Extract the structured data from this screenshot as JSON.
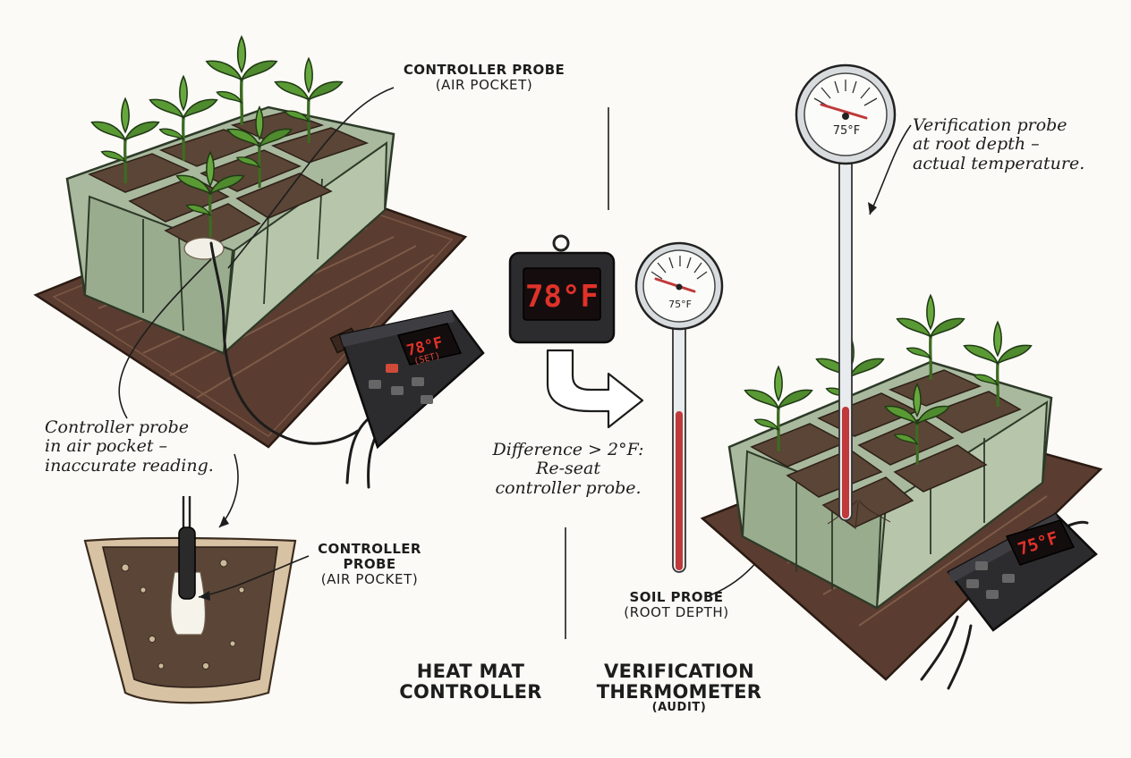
{
  "labels": {
    "top_probe_title": "CONTROLLER PROBE",
    "top_probe_sub": "(AIR POCKET)",
    "left_note": [
      "Controller probe",
      "in air pocket –",
      "inaccurate reading."
    ],
    "cross_probe_title": [
      "CONTROLLER",
      "PROBE"
    ],
    "cross_probe_sub": "(AIR POCKET)",
    "verify_note": [
      "Verification probe",
      "at root depth –",
      "actual temperature."
    ],
    "difference_note": [
      "Difference > 2°F:",
      "Re-seat",
      "controller probe."
    ],
    "soil_probe_title": "SOIL PROBE",
    "soil_probe_sub": "(ROOT DEPTH)",
    "heat_mat_title": [
      "HEAT MAT",
      "CONTROLLER"
    ],
    "verification_title": [
      "VERIFICATION",
      "THERMOMETER"
    ],
    "verification_sub": "(AUDIT)"
  },
  "readouts": {
    "left_controller": "78°F",
    "left_controller_mode": "(SET)",
    "center_display": "78°F",
    "small_thermometer": "75°F",
    "tall_thermometer": "75°F",
    "right_controller": "75°F"
  },
  "colors": {
    "led_red": "#e0322a",
    "heat_mat": "#5a3d30",
    "tray": "#a9b99e",
    "leaf": "#4f8a2e",
    "soil": "#5b4536"
  }
}
